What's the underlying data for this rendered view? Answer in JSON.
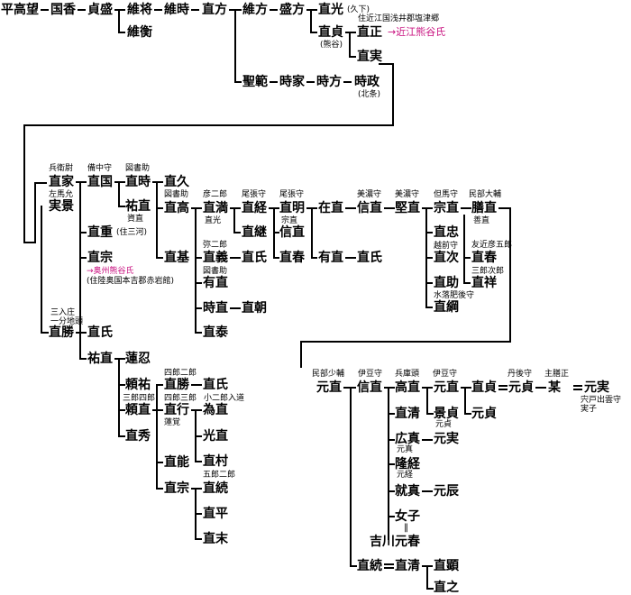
{
  "nodes": {
    "n1": "平高望",
    "n2": "国香",
    "n3": "貞盛",
    "n4": "維将",
    "n5": "維時",
    "n6": "直方",
    "n7": "維方",
    "n8": "盛方",
    "n9": "直光",
    "n10": "維衡",
    "n11": "直貞",
    "n12": "直正",
    "n13": "直実",
    "n14": "聖範",
    "n15": "時家",
    "n16": "時方",
    "n17": "時政",
    "a1": "直家",
    "a2": "実景",
    "a3": "直国",
    "a4": "直時",
    "a5": "直久",
    "a6": "祐直",
    "a7": "直高",
    "a8": "直重",
    "a9": "直宗",
    "a10": "直基",
    "a11": "直満",
    "a12": "直経",
    "a13": "直明",
    "a14": "直継",
    "a15": "信直",
    "a16": "直義",
    "a17": "直氏",
    "a18": "直春",
    "a19": "有直",
    "a20": "時直",
    "a21": "直朝",
    "a22": "直泰",
    "a23": "在直",
    "a24": "信直",
    "a25": "堅直",
    "a26": "宗直",
    "a27": "膳直",
    "a28": "有直",
    "a29": "直氏",
    "a30": "直忠",
    "a31": "直次",
    "a32": "直春",
    "a33": "直祥",
    "a34": "直助",
    "a35": "直綱",
    "b1": "直勝",
    "b2": "直氏",
    "b3": "祐直",
    "b4": "蓮忍",
    "b5": "頼祐",
    "b6": "頼直",
    "b7": "直勝",
    "b8": "直氏",
    "b9": "直行",
    "b10": "為直",
    "b11": "光直",
    "b12": "直秀",
    "b13": "直能",
    "b14": "直村",
    "b15": "直宗",
    "b16": "直続",
    "b17": "直平",
    "b18": "直末",
    "c1": "元直",
    "c2": "信直",
    "c3": "高直",
    "c4": "元直",
    "c5": "直貞",
    "c6": "元貞",
    "c7": "某",
    "c8": "元実",
    "c9": "景貞",
    "c10": "元貞",
    "c11": "直清",
    "c12": "広真",
    "c13": "元実",
    "c14": "隆経",
    "c15": "就真",
    "c16": "元辰",
    "c17": "女子",
    "c18": "吉川元春",
    "c19": "直続",
    "c20": "直清",
    "c21": "直顕",
    "c22": "直之"
  },
  "notes": {
    "t1": "(久下)",
    "t2": "住近江国浅井郡塩津郷",
    "t3": "→近江熊谷氏",
    "t4": "(熊谷)",
    "t5": "(北条)",
    "t6": "兵衛尉",
    "t7": "左馬允",
    "t8": "備中守",
    "t9": "図書助",
    "t10": "資直",
    "t11": "図書助",
    "t12": "(住三河)",
    "t13": "→奥州熊谷氏",
    "t14": "(住陸奥国本吉郡赤岩館)",
    "t15": "彦二郎",
    "t16": "直光",
    "t17": "尾張守",
    "t18": "尾張守",
    "t19": "宗直",
    "t20": "弥二郎",
    "t21": "図書助",
    "t22": "美濃守",
    "t23": "美濃守",
    "t24": "但馬守",
    "t25": "民部大輔",
    "t26": "善直",
    "t27": "越前守",
    "t28": "友近彦五郎",
    "t29": "三郎次郎",
    "t30": "水落肥後守",
    "t31": "三入庄",
    "t32": "一分地頭",
    "t33": "四郎二郎",
    "t34": "三郎四郎",
    "t35": "四郎三郎",
    "t36": "小二郎入道",
    "t37": "蓮覚",
    "t38": "五郎二郎",
    "t39": "民部少輔",
    "t40": "伊豆守",
    "t41": "兵庫頭",
    "t42": "伊豆守",
    "t43": "丹後守",
    "t44": "主膳正",
    "t45": "宍戸出雲守",
    "t46": "実子",
    "t47": "元貞",
    "t48": "元真",
    "t49": "元経",
    "t50": "‖"
  },
  "colors": {
    "line": "#000000",
    "highlight": "#c8107f"
  }
}
